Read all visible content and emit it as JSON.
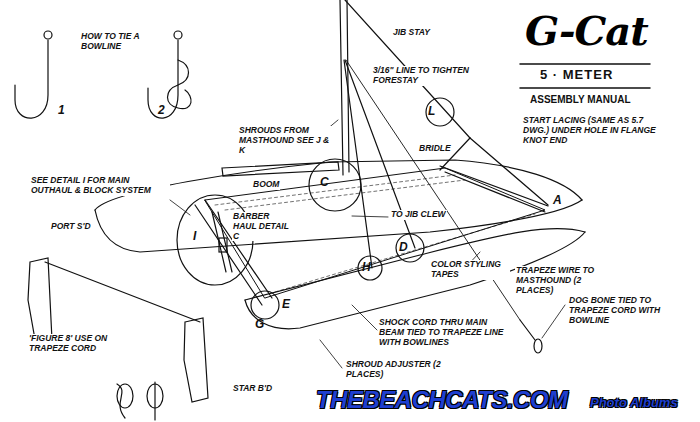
{
  "diagram": {
    "labels": [
      "HOW TO TIE A BOWLINE",
      "1",
      "2",
      "SEE DETAIL I FOR MAIN OUTHAUL & BLOCK SYSTEM",
      "PORT S'D",
      "SHROUDS FROM MASTHOUND SEE J & K",
      "BOOM",
      "BARBER HAUL DETAIL C",
      "JIB STAY",
      "3/16\" LINE TO TIGHTEN FORESTAY",
      "G-Cat",
      "5 · METER",
      "ASSEMBLY MANUAL",
      "BRIDLE",
      "START LACING (SAME AS 5.7 DWG.) UNDER HOLE IN FLANGE KNOT END",
      "TO JIB CLEW",
      "COLOR STYLING TAPES",
      "'FIGURE 8' USE ON TRAPEZE CORD",
      "SHOCK CORD THRU MAIN BEAM TIED TO TRAPEZE LINE WITH BOWLINES",
      "SHROUD ADJUSTER (2 PLACES)",
      "TRAPEZE WIRE TO MASTHOUND (2 PLACES)",
      "DOG BONE TIED TO TRAPEZE CORD WITH BOWLINE",
      "STAR B'D",
      "L",
      "C",
      "D",
      "H",
      "I",
      "E",
      "G",
      "A",
      "THEBEACHCATS.COM",
      "Photo Albums"
    ]
  }
}
